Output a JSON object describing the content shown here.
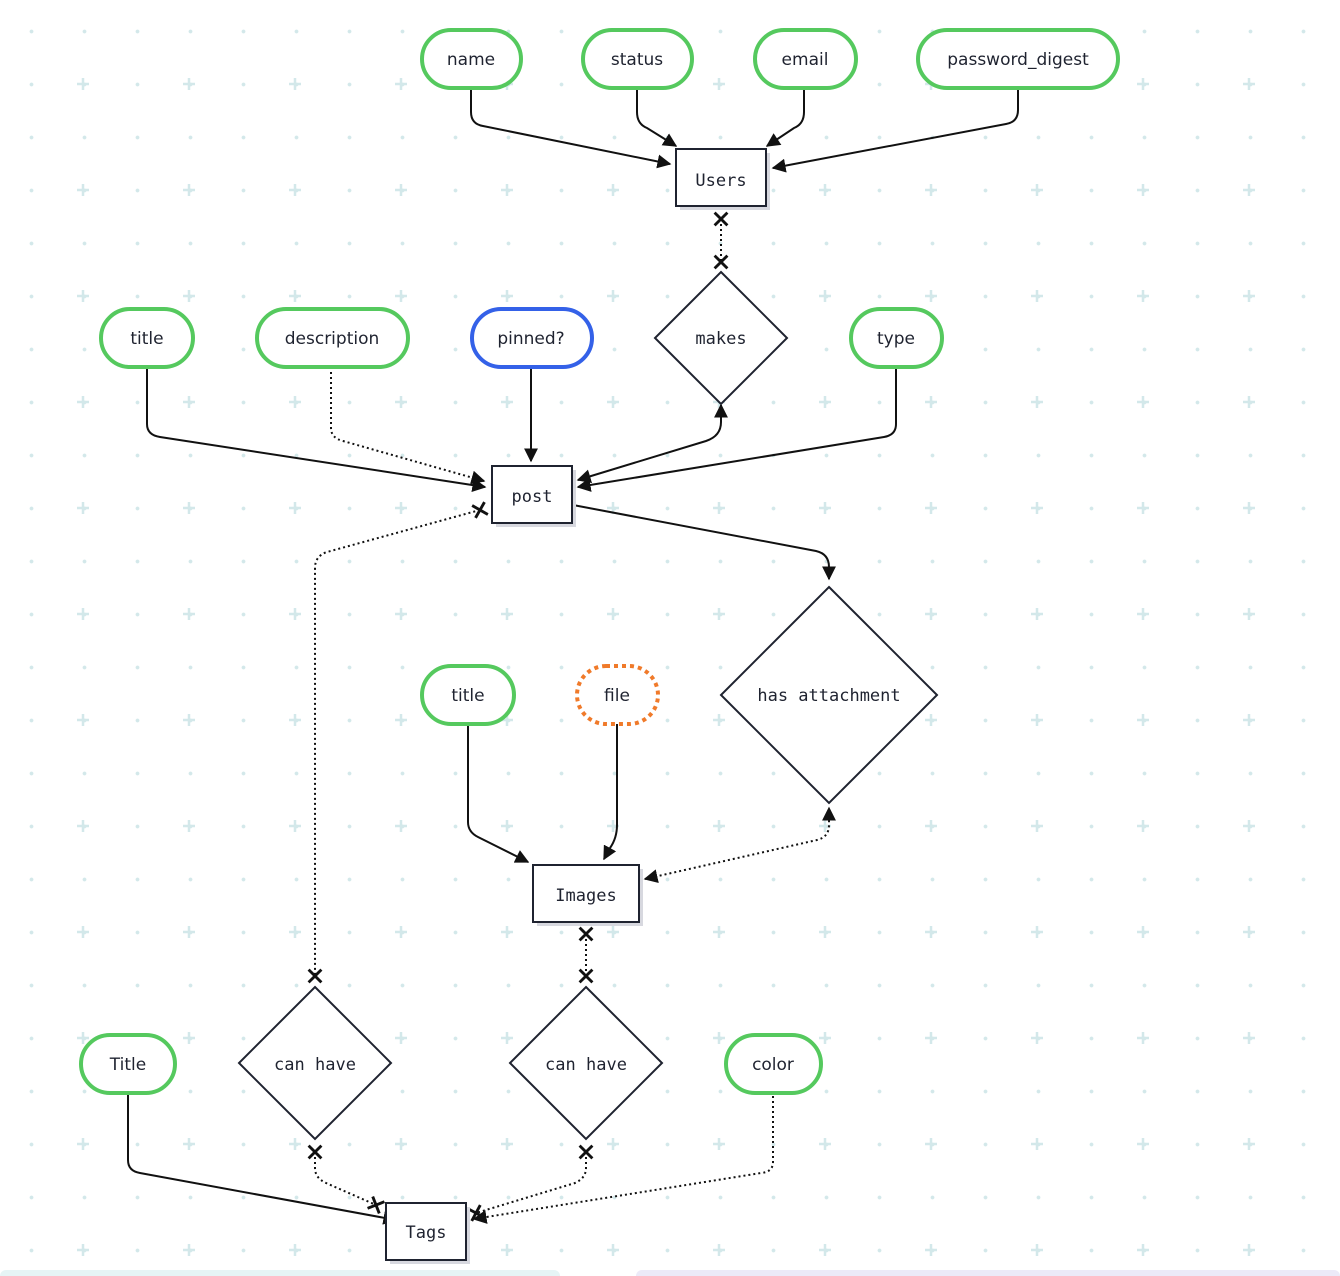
{
  "colors": {
    "attribute": "#55c95e",
    "key_attribute": "#3461e8",
    "derived_attribute": "#f07a2a",
    "entity_stroke": "#1f2330",
    "edge": "#111111",
    "grid_plus": "#d3e8ea"
  },
  "entities": {
    "users": "Users",
    "post": "post",
    "images": "Images",
    "tags": "Tags"
  },
  "relationships": {
    "makes": "makes",
    "has_attachment": "has attachment",
    "can_have_post_tags": "can have",
    "can_have_images_tags": "can have"
  },
  "attributes": {
    "users_name": "name",
    "users_status": "status",
    "users_email": "email",
    "users_password": "password_digest",
    "post_title": "title",
    "post_description": "description",
    "post_pinned": "pinned?",
    "post_type": "type",
    "images_title": "title",
    "images_file": "file",
    "tags_title": "Title",
    "tags_color": "color"
  }
}
